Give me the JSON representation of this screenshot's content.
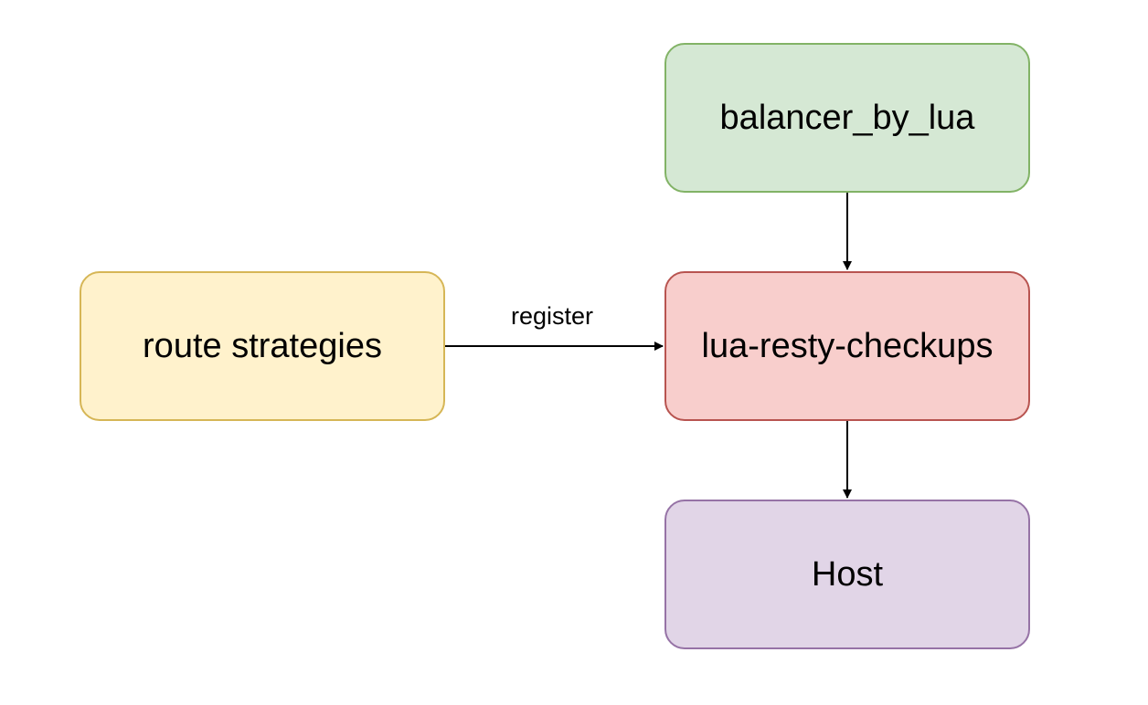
{
  "nodes": {
    "balancer": {
      "label": "balancer_by_lua",
      "fill": "#d5e8d4",
      "stroke": "#82b366"
    },
    "checkups": {
      "label": "lua-resty-checkups",
      "fill": "#f8cecc",
      "stroke": "#b85450"
    },
    "host": {
      "label": "Host",
      "fill": "#e1d5e7",
      "stroke": "#9673a6"
    },
    "route": {
      "label": "route strategies",
      "fill": "#fff2cc",
      "stroke": "#d6b656"
    }
  },
  "edges": {
    "route_to_checkups": {
      "label": "register"
    }
  },
  "colors": {
    "edge": "#000000",
    "background": "#ffffff"
  }
}
